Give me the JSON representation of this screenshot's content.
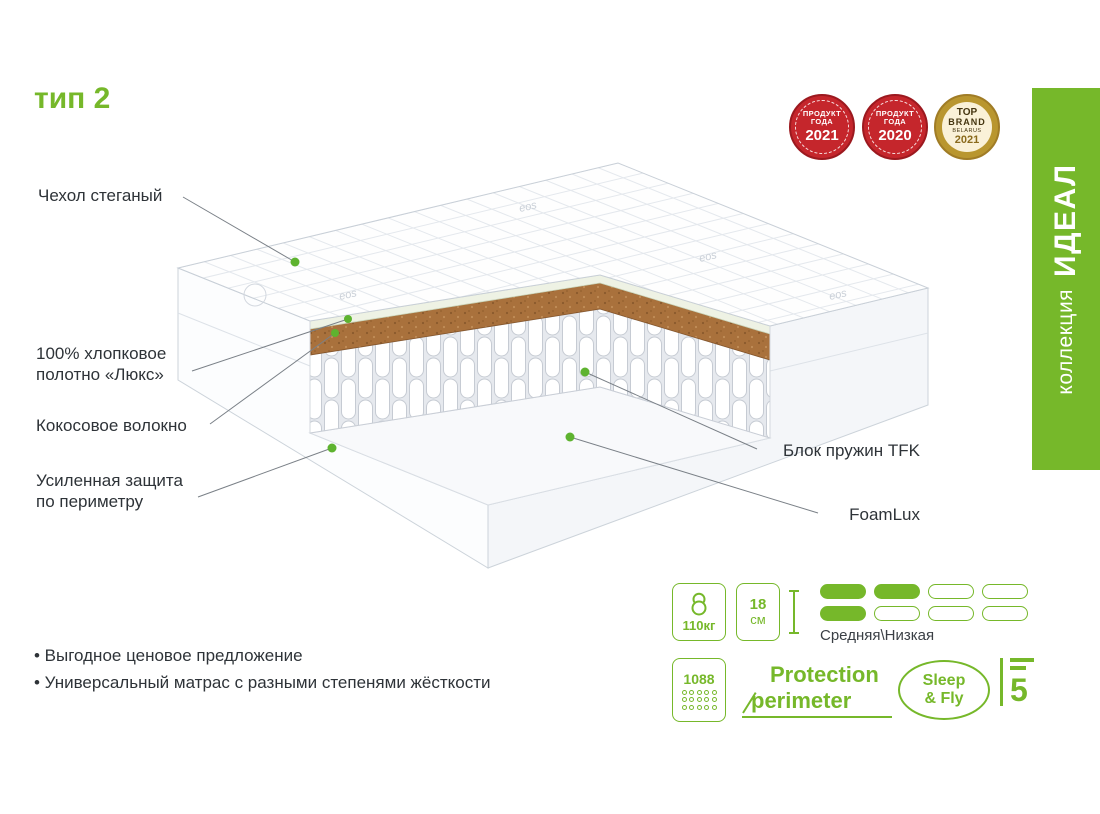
{
  "page": {
    "title": "тип 2",
    "collection_prefix": "коллекция",
    "collection_name": "ИДЕАЛ"
  },
  "badges": [
    {
      "line1": "ПРОДУКТ",
      "line2": "ГОДА",
      "year": "2021"
    },
    {
      "line1": "ПРОДУКТ",
      "line2": "ГОДА",
      "year": "2020"
    },
    {
      "line1": "TOP",
      "line2": "BRAND",
      "line3": "BELARUS",
      "year": "2021"
    }
  ],
  "labels": {
    "cover": "Чехол стеганый",
    "cotton_line1": "100% хлопковое",
    "cotton_line2": "полотно «Люкс»",
    "coconut": "Кокосовое волокно",
    "perimeter_line1": "Усиленная защита",
    "perimeter_line2": "по периметру",
    "springs": "Блок пружин TFK",
    "foam": "FoamLux"
  },
  "mattress": {
    "fabric_logo": "eos"
  },
  "features": [
    "• Выгодное ценовое предложение",
    "• Универсальный матрас с разными степенями жёсткости"
  ],
  "specs": {
    "max_weight": "110кг",
    "height_value": "18",
    "height_unit": "см",
    "firmness_label": "Средняя\\Низкая",
    "firmness_rows": [
      [
        1,
        1,
        0,
        0
      ],
      [
        1,
        0,
        0,
        0
      ]
    ],
    "springs_count": "1088",
    "protection_line1": "Protection",
    "protection_line2": "perimeter",
    "brand_line1": "Sleep",
    "brand_line2": "& Fly",
    "warranty": "5"
  },
  "colors": {
    "accent": "#76b82a",
    "badge_red": "#c5262c",
    "badge_gold": "#b9962f",
    "text": "#2e3338"
  }
}
